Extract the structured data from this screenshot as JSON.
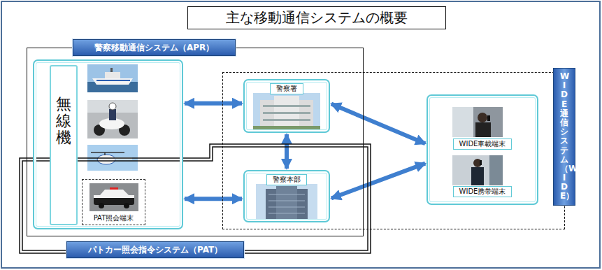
{
  "diagram": {
    "title": "主な移動通信システムの概要",
    "nodes": [
      {
        "text": [
          "警察移動通信システム（APR）"
        ]
      },
      {
        "text": [
          "パトカー照会指令システム（PAT）"
        ]
      },
      {
        "text": [
          "WIDE通信システム（WIDE）"
        ]
      },
      {
        "text": [
          "無線機"
        ]
      },
      {
        "text": [
          "PAT照会端末"
        ],
        "in": 3
      },
      {
        "text": [
          "警察署"
        ]
      },
      {
        "text": [
          "警察本部"
        ]
      },
      {
        "text": [
          "WIDE車載端末",
          "WIDE携帯端末"
        ]
      }
    ],
    "edges": [
      {
        "from": 3,
        "to": 5,
        "arrow": "both"
      },
      {
        "from": 3,
        "to": 6,
        "arrow": "both"
      },
      {
        "from": 5,
        "to": 6,
        "arrow": "both"
      },
      {
        "from": 5,
        "to": 7,
        "arrow": "both"
      },
      {
        "from": 6,
        "to": 7,
        "arrow": "both"
      }
    ]
  }
}
